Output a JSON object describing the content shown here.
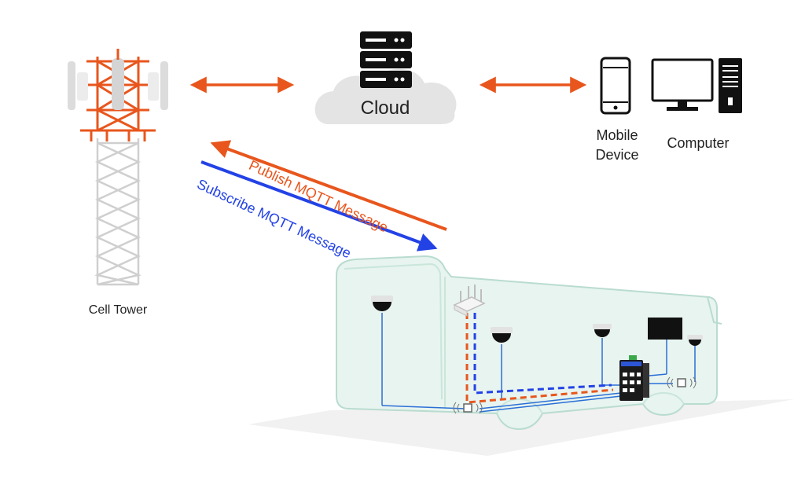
{
  "nodes": {
    "cloud": {
      "label": "Cloud",
      "icon": "server-rack-icon"
    },
    "cell_tower": {
      "label": "Cell Tower",
      "icon": "cell-tower-icon"
    },
    "mobile": {
      "label_line1": "Mobile",
      "label_line2": "Device",
      "icon": "smartphone-icon"
    },
    "computer": {
      "label": "Computer",
      "icon": "desktop-computer-icon"
    },
    "vehicle": {
      "icon": "bus-icon"
    }
  },
  "edges": {
    "publish": {
      "label": "Publish MQTT Message",
      "color": "#e8561d"
    },
    "subscribe": {
      "label": "Subscribe MQTT Message",
      "color": "#2342e6"
    }
  },
  "colors": {
    "tower_red": "#e8561d",
    "tower_gray": "#d6d6d6",
    "cloud_gray": "#e4e4e4",
    "bus_tint": "#e8f4f0",
    "bus_outline": "#b9dccf",
    "wire_blue": "#2a6fd6"
  }
}
